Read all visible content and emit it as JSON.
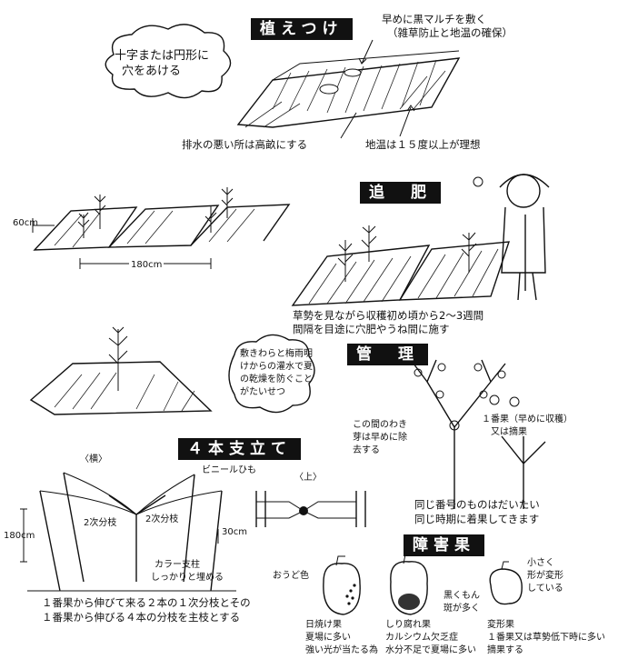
{
  "planting": {
    "title": "植えつけ",
    "bubble": [
      "十字または円形に",
      "穴をあける"
    ],
    "mulch": [
      "早めに黒マルチを敷く",
      "（雑草防止と地温の確保）"
    ],
    "drainage": "排水の悪い所は高畝にする",
    "soil_temp": "地温は１５度以上が理想"
  },
  "fertilizer": {
    "title": "追　肥",
    "width_label": "60cm",
    "span_label": "180cm",
    "note": [
      "草勢を見ながら収穫初め頃から2～3週間",
      "間隔を目途に穴肥やうね間に施す"
    ]
  },
  "management": {
    "title": "管　理",
    "bubble": [
      "敷きわらと梅雨明",
      "けからの灌水で夏",
      "の乾燥を防ぐこと",
      "がたいせつ"
    ],
    "remove_buds": [
      "この間のわき",
      "芽は早めに除",
      "去する"
    ],
    "first_fruit": [
      "１番果（早めに収穫）",
      "又は摘果"
    ],
    "same_number": [
      "同じ番号のものはだいたい",
      "同じ時期に着果してきます"
    ]
  },
  "support": {
    "title": "４本支立て",
    "side_view": "〈横〉",
    "top_view": "〈上〉",
    "vinyl_string": "ビニールひも",
    "height": "180cm",
    "depth": "30cm",
    "branch": "2次分枝",
    "stake": [
      "カラー支柱",
      "しっかりと埋める"
    ],
    "note": [
      "１番果から伸びて来る２本の１次分枝とその",
      "１番果から伸びる４本の分枝を主枝とする"
    ]
  },
  "disorders": {
    "title": "障害果",
    "sunscald_color": "おうど色",
    "black_spot": [
      "黒くもん",
      "斑が多く"
    ],
    "small_deformed": [
      "小さく",
      "形が変形",
      "している"
    ],
    "captions": [
      [
        "日焼け果",
        "夏場に多い",
        "強い光が当たる為"
      ],
      [
        "しり腐れ果",
        "カルシウム欠乏症",
        "水分不足で夏場に多い"
      ],
      [
        "変形果",
        "１番果又は草勢低下時に多い",
        "摘果する"
      ]
    ]
  }
}
